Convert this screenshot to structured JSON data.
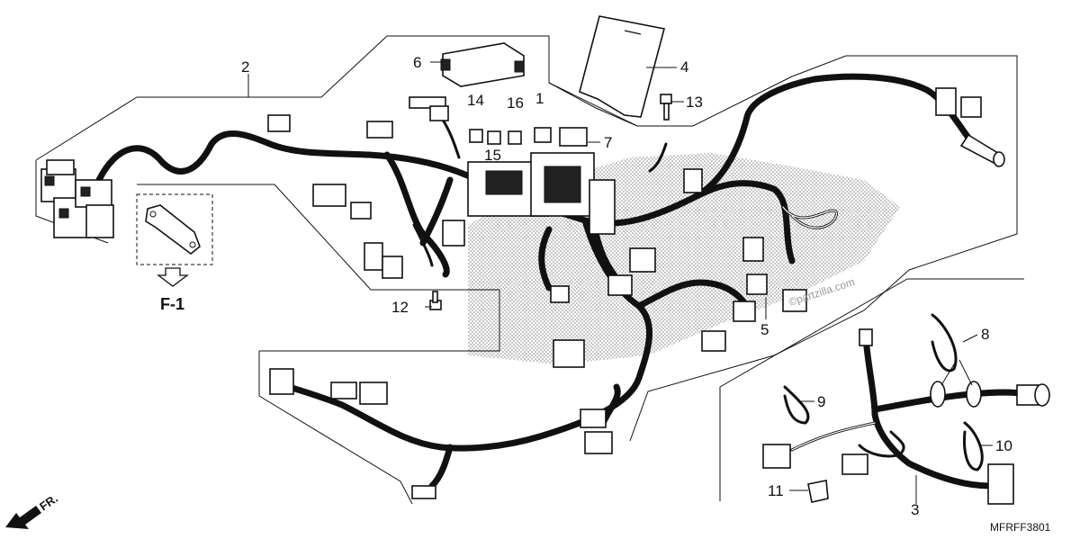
{
  "diagram": {
    "code": "MFRFF3801",
    "front_label": "FR.",
    "view_label": "F-1",
    "watermark": "©partzilla.com",
    "callouts": [
      {
        "id": "c1",
        "text": "1"
      },
      {
        "id": "c2",
        "text": "2"
      },
      {
        "id": "c3",
        "text": "3"
      },
      {
        "id": "c4",
        "text": "4"
      },
      {
        "id": "c5",
        "text": "5"
      },
      {
        "id": "c6",
        "text": "6"
      },
      {
        "id": "c7",
        "text": "7"
      },
      {
        "id": "c8",
        "text": "8"
      },
      {
        "id": "c9",
        "text": "9"
      },
      {
        "id": "c10",
        "text": "10"
      },
      {
        "id": "c11",
        "text": "11"
      },
      {
        "id": "c12",
        "text": "12"
      },
      {
        "id": "c13",
        "text": "13"
      },
      {
        "id": "c14",
        "text": "14"
      },
      {
        "id": "c15",
        "text": "15"
      },
      {
        "id": "c16",
        "text": "16"
      }
    ]
  }
}
